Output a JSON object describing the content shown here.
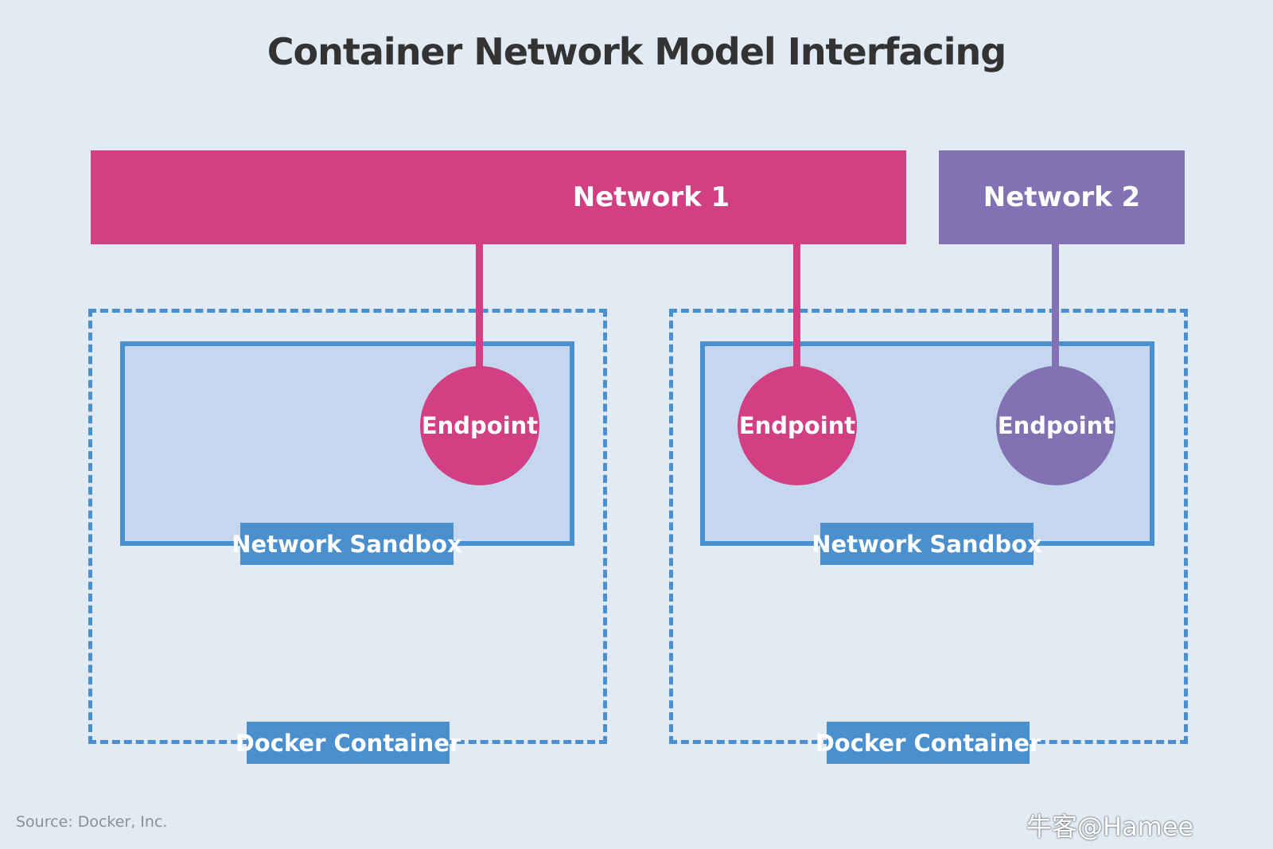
{
  "title": "Container Network Model Interfacing",
  "networks": [
    {
      "label": "Network 1",
      "color": "#d23f83"
    },
    {
      "label": "Network 2",
      "color": "#8272b3"
    }
  ],
  "containers": [
    {
      "label": "Docker Container",
      "sandbox_label": "Network Sandbox",
      "endpoints": [
        {
          "label": "Endpoint",
          "network": "Network 1"
        }
      ]
    },
    {
      "label": "Docker Container",
      "sandbox_label": "Network Sandbox",
      "endpoints": [
        {
          "label": "Endpoint",
          "network": "Network 1"
        },
        {
          "label": "Endpoint",
          "network": "Network 2"
        }
      ]
    }
  ],
  "source": "Source: Docker, Inc.",
  "watermark": "牛客@Hamee",
  "colors": {
    "background": "#e2ebf4",
    "container_blue": "#4a8fce",
    "sandbox_fill": "#c5d7ee"
  }
}
